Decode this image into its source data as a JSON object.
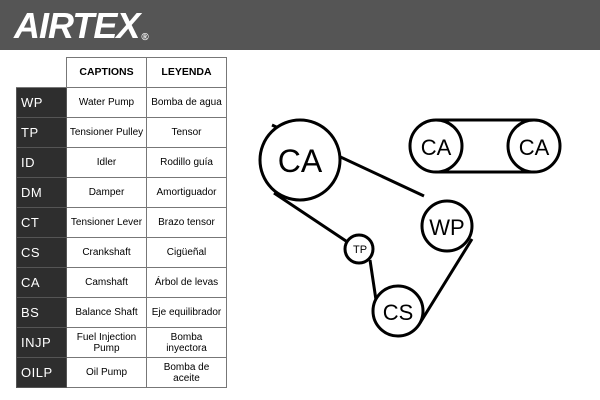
{
  "brand": {
    "logo_text": "AIRTEX",
    "registered_mark": "®",
    "header_color": "#555555"
  },
  "table": {
    "headers": {
      "captions": "CAPTIONS",
      "leyenda": "LEYENDA"
    },
    "rows": [
      {
        "code": "WP",
        "caption": "Water Pump",
        "leyenda": "Bomba de agua"
      },
      {
        "code": "TP",
        "caption": "Tensioner Pulley",
        "leyenda": "Tensor"
      },
      {
        "code": "ID",
        "caption": "Idler",
        "leyenda": "Rodillo guía"
      },
      {
        "code": "DM",
        "caption": "Damper",
        "leyenda": "Amortiguador"
      },
      {
        "code": "CT",
        "caption": "Tensioner Lever",
        "leyenda": "Brazo tensor"
      },
      {
        "code": "CS",
        "caption": "Crankshaft",
        "leyenda": "Cigüeñal"
      },
      {
        "code": "CA",
        "caption": "Camshaft",
        "leyenda": "Árbol de levas"
      },
      {
        "code": "BS",
        "caption": "Balance Shaft",
        "leyenda": "Eje equilibrador"
      },
      {
        "code": "INJP",
        "caption": "Fuel Injection Pump",
        "leyenda": "Bomba inyectora"
      },
      {
        "code": "OILP",
        "caption": "Oil Pump",
        "leyenda": "Bomba de aceite"
      }
    ]
  },
  "diagram": {
    "pulleys": {
      "ca_main": "CA",
      "wp": "WP",
      "tp": "TP",
      "cs": "CS",
      "ca_top_left": "CA",
      "ca_top_right": "CA"
    }
  }
}
